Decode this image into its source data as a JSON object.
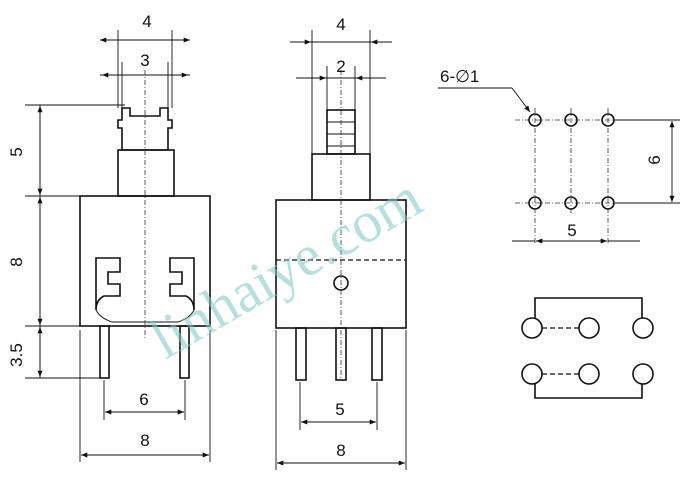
{
  "side_view": {
    "dims": {
      "top_outer_width": "4",
      "top_inner_width": "3",
      "actuator_height": "5",
      "body_height": "8",
      "pin_length": "3.5",
      "pin_spacing": "6",
      "body_width": "8"
    }
  },
  "front_view": {
    "dims": {
      "top_outer_width": "4",
      "top_inner_width": "2",
      "pin_spacing": "5",
      "body_width": "8"
    }
  },
  "footprint": {
    "hole_label": "6-∅1",
    "row_spacing": "6",
    "col_spacing": "5"
  },
  "watermark": "linhaiye.com"
}
